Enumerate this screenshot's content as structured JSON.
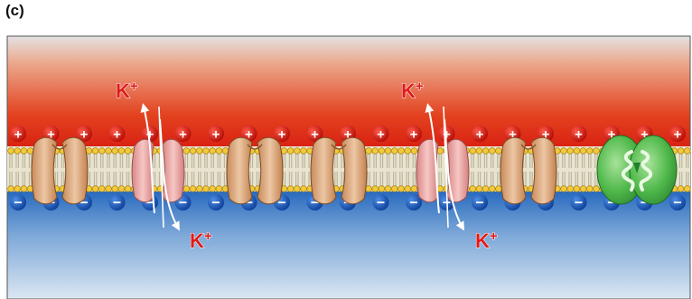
{
  "panel_label": "(c)",
  "ion_labels": {
    "ion": "K",
    "charge": "+"
  },
  "charges": {
    "top_sign": "+",
    "bottom_sign": "−"
  },
  "colors": {
    "extracellular": "#e0301e",
    "intracellular": "#2a6fc0",
    "pump": "#4fb84a",
    "channel_closed": "#d9a57a",
    "channel_k": "#eba9a8",
    "label": "#e01a1a",
    "flux_arrow": "#ffffff"
  },
  "proteins": [
    {
      "kind": "closed-channel",
      "icon": "closed-ion-channel"
    },
    {
      "kind": "k-channel",
      "icon": "open-k-channel"
    },
    {
      "kind": "closed-channel",
      "icon": "closed-ion-channel"
    },
    {
      "kind": "closed-channel",
      "icon": "closed-ion-channel"
    },
    {
      "kind": "k-channel",
      "icon": "open-k-channel"
    },
    {
      "kind": "closed-channel",
      "icon": "closed-ion-channel"
    },
    {
      "kind": "pump",
      "icon": "sodium-potassium-pump"
    }
  ]
}
